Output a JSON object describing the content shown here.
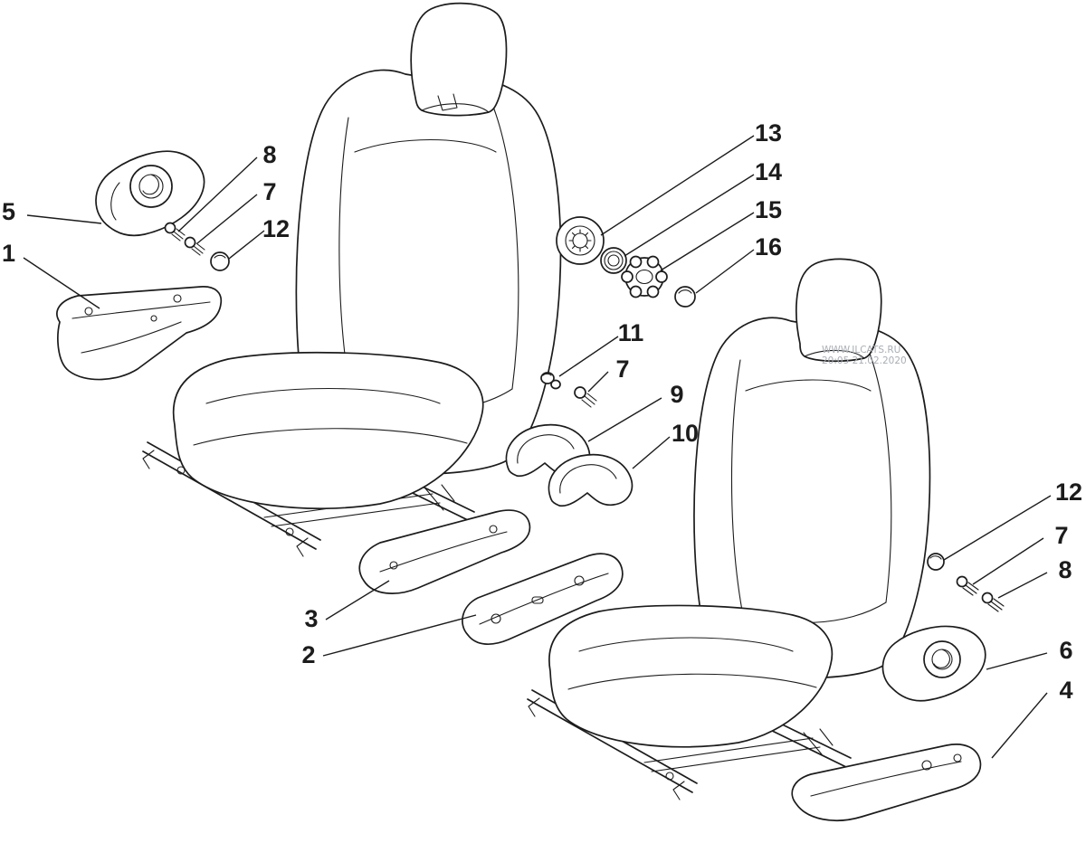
{
  "diagram": {
    "type": "exploded-parts-diagram",
    "watermark": {
      "line1": "WWW.ILCATS.RU",
      "line2": "20:05 21.02.2020"
    },
    "colors": {
      "line": "#1c1c1c",
      "background": "#ffffff",
      "watermark": "#a9aeb4"
    },
    "callouts": [
      {
        "label": "5"
      },
      {
        "label": "8"
      },
      {
        "label": "7"
      },
      {
        "label": "12"
      },
      {
        "label": "1"
      },
      {
        "label": "13"
      },
      {
        "label": "14"
      },
      {
        "label": "15"
      },
      {
        "label": "16"
      },
      {
        "label": "11"
      },
      {
        "label": "7"
      },
      {
        "label": "9"
      },
      {
        "label": "10"
      },
      {
        "label": "3"
      },
      {
        "label": "2"
      },
      {
        "label": "12"
      },
      {
        "label": "7"
      },
      {
        "label": "8"
      },
      {
        "label": "6"
      },
      {
        "label": "4"
      }
    ]
  }
}
